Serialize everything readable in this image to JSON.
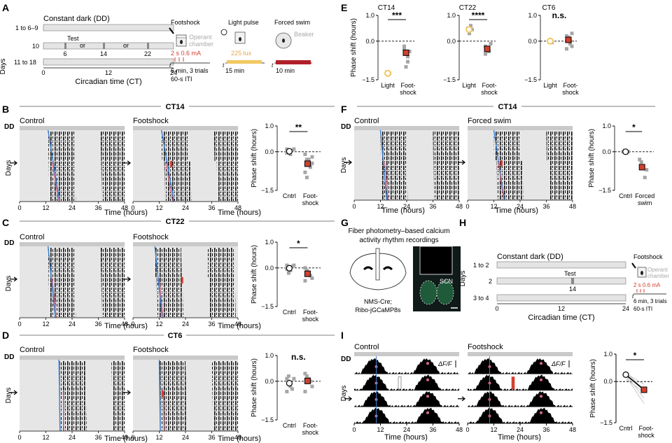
{
  "panel_letters": [
    "A",
    "B",
    "C",
    "D",
    "E",
    "F",
    "G",
    "H",
    "I"
  ],
  "common": {
    "days": "Days",
    "dd": "DD",
    "control": "Control",
    "footshock": "Footshock",
    "forced_swim": "Forced swim",
    "time_hours": "Time (hours)",
    "phase_shift": "Phase shift (hours)",
    "cntrl": "Cntrl",
    "foot": "Foot-",
    "shock": "shock",
    "forced": "Forced",
    "swim": "swim",
    "light": "Light",
    "dff": "ΔF/F"
  },
  "panel_a": {
    "title": "Constant dark (DD)",
    "rows": [
      "1 to 6–9",
      "10",
      "11 to 18"
    ],
    "test": "Test",
    "or": "or",
    "ct_ticks": [
      "6",
      "14",
      "22"
    ],
    "axis_ticks": [
      "0",
      "12",
      "24"
    ],
    "axis_label": "Circadian time (CT)",
    "footshock": {
      "title": "Footshock",
      "chamber1": "Operant",
      "chamber2": "chamber",
      "stim": "2 s 0.6 mA",
      "dur": "6 min, 3 trials",
      "iti": "60-s ITI"
    },
    "light": {
      "title": "Light pulse",
      "stim": "225 lux",
      "dur": "15 min"
    },
    "swim": {
      "title": "Forced swim",
      "beaker": "Beaker",
      "dur": "10 min"
    },
    "t": "t"
  },
  "actogram_ticks": [
    "0",
    "12",
    "24",
    "36",
    "48"
  ],
  "panel_b": {
    "title": "CT14",
    "sig": "**"
  },
  "panel_c": {
    "title": "CT22",
    "sig": "*"
  },
  "panel_d": {
    "title": "CT6",
    "sig": "n.s."
  },
  "panel_f": {
    "title": "CT14",
    "sig": "*"
  },
  "panel_i": {
    "sig": "*"
  },
  "panel_e": {
    "titles": [
      "CT14",
      "CT22",
      "CT6"
    ],
    "sigs": [
      "***",
      "****",
      "n.s."
    ]
  },
  "y_ticks": [
    "1.0",
    "0.0",
    "−1.5"
  ],
  "y_ticks_e": [
    "1.0",
    "0.0",
    "−1.5"
  ],
  "panel_g": {
    "title1": "Fiber photometry–based calcium",
    "title2": "activity rhythm recordings",
    "mouse1": "NMS-Cre;",
    "mouse2": "Ribo-jGCaMP8s",
    "scn": "SCN"
  },
  "panel_h": {
    "title": "Constant dark (DD)",
    "rows": [
      "1 to 2",
      "2",
      "3 to 4"
    ],
    "test": "Test",
    "ct": "14",
    "axis_ticks": [
      "0",
      "12",
      "24"
    ],
    "axis_label": "Circadian time (CT)",
    "footshock": {
      "title": "Footshock",
      "chamber1": "Operant",
      "chamber2": "chamber",
      "stim": "2 s 0.6 mA",
      "dur": "6 min, 3 trials",
      "iti": "60-s ITI"
    },
    "t": "t"
  },
  "colors": {
    "blue": "#3b7fd0",
    "pink": "#d96b8a",
    "red": "#d24030",
    "gray": "#a6a6a6",
    "light_gray": "#dcdcdc",
    "yellow": "#f2c860",
    "swim_red": "#b0202a"
  }
}
